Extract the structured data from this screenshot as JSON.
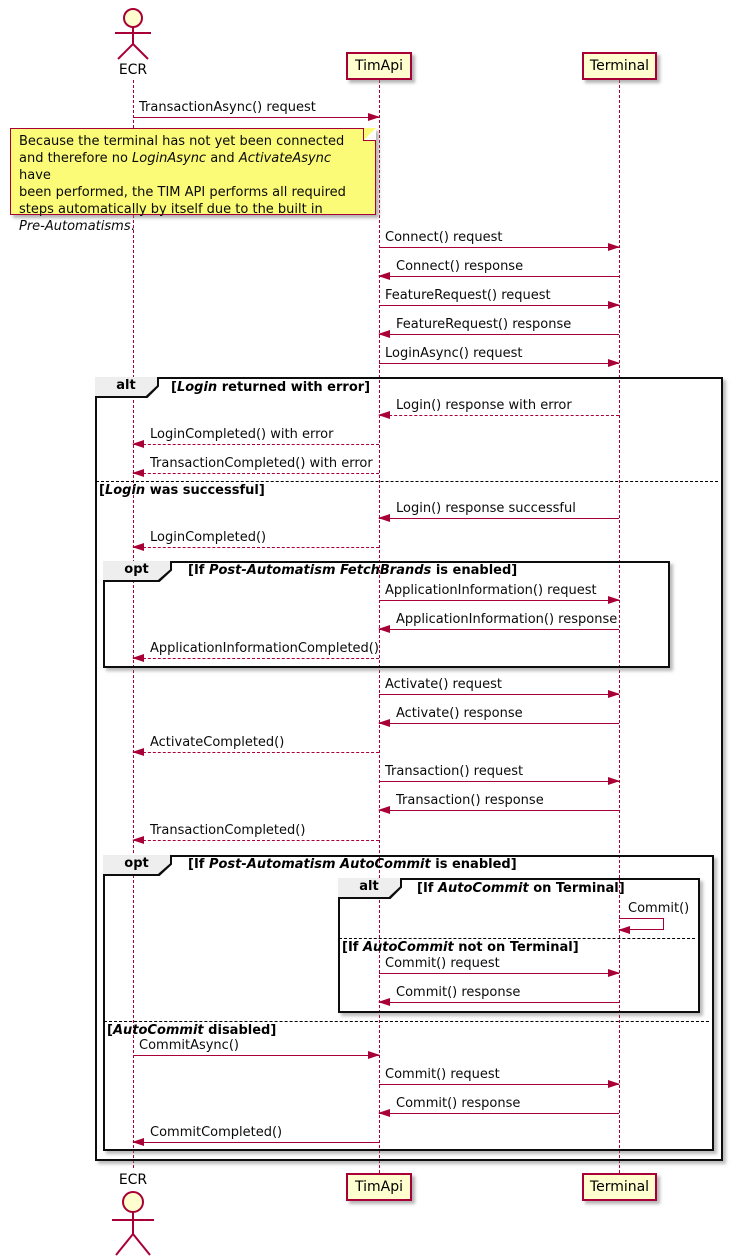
{
  "diagram": {
    "participants": [
      {
        "name": "ECR",
        "type": "actor"
      },
      {
        "name": "TimApi",
        "type": "participant"
      },
      {
        "name": "Terminal",
        "type": "participant"
      }
    ],
    "note": {
      "line1": "Because the terminal has not yet been connected",
      "line2a": "and therefore no ",
      "line2b": "LoginAsync",
      "line2c": " and ",
      "line2d": "ActivateAsync",
      "line2e": " have",
      "line3": "been performed, the TIM API performs all required",
      "line4": "steps automatically by itself due to the built in",
      "line5a": "Pre-Automatisms",
      "line5b": "."
    },
    "frames": {
      "alt_login": {
        "keyword": "alt",
        "cond1_pre": "[",
        "cond1_italic": "Login",
        "cond1_post": " returned with error]",
        "cond2_pre": "[",
        "cond2_italic": "Login",
        "cond2_post": " was successful]"
      },
      "opt_fetchbrands": {
        "keyword": "opt",
        "cond_pre": "[If ",
        "cond_italic": "Post-Automatism FetchBrands",
        "cond_post": " is enabled]"
      },
      "opt_autocommit": {
        "keyword": "opt",
        "cond_pre": "[If ",
        "cond_italic": "Post-Automatism AutoCommit",
        "cond_post": " is enabled]",
        "cond2_pre": "[",
        "cond2_italic": "AutoCommit",
        "cond2_post": " disabled]"
      },
      "alt_autocommit": {
        "keyword": "alt",
        "cond1_pre": "[If ",
        "cond1_italic": "AutoCommit",
        "cond1_post": " on Terminal]",
        "cond2_pre": "[If ",
        "cond2_italic": "AutoCommit",
        "cond2_post": " not on Terminal]"
      }
    },
    "messages": [
      {
        "label": "TransactionAsync() request",
        "from": "ECR",
        "to": "TimApi",
        "line": "solid"
      },
      {
        "label": "Connect() request",
        "from": "TimApi",
        "to": "Terminal",
        "line": "solid"
      },
      {
        "label": "Connect() response",
        "from": "Terminal",
        "to": "TimApi",
        "line": "solid"
      },
      {
        "label": "FeatureRequest() request",
        "from": "TimApi",
        "to": "Terminal",
        "line": "solid"
      },
      {
        "label": "FeatureRequest() response",
        "from": "Terminal",
        "to": "TimApi",
        "line": "solid"
      },
      {
        "label": "LoginAsync() request",
        "from": "TimApi",
        "to": "Terminal",
        "line": "solid"
      },
      {
        "label": "Login() response with error",
        "from": "Terminal",
        "to": "TimApi",
        "line": "dashed"
      },
      {
        "label": "LoginCompleted() with error",
        "from": "TimApi",
        "to": "ECR",
        "line": "dashed"
      },
      {
        "label": "TransactionCompleted() with error",
        "from": "TimApi",
        "to": "ECR",
        "line": "dashed"
      },
      {
        "label": "Login() response successful",
        "from": "Terminal",
        "to": "TimApi",
        "line": "solid"
      },
      {
        "label": "LoginCompleted()",
        "from": "TimApi",
        "to": "ECR",
        "line": "dashed"
      },
      {
        "label": "ApplicationInformation() request",
        "from": "TimApi",
        "to": "Terminal",
        "line": "solid"
      },
      {
        "label": "ApplicationInformation() response",
        "from": "Terminal",
        "to": "TimApi",
        "line": "solid"
      },
      {
        "label": "ApplicationInformationCompleted()",
        "from": "TimApi",
        "to": "ECR",
        "line": "dashed"
      },
      {
        "label": "Activate() request",
        "from": "TimApi",
        "to": "Terminal",
        "line": "solid"
      },
      {
        "label": "Activate() response",
        "from": "Terminal",
        "to": "TimApi",
        "line": "solid"
      },
      {
        "label": "ActivateCompleted()",
        "from": "TimApi",
        "to": "ECR",
        "line": "dashed"
      },
      {
        "label": "Transaction() request",
        "from": "TimApi",
        "to": "Terminal",
        "line": "solid"
      },
      {
        "label": "Transaction() response",
        "from": "Terminal",
        "to": "TimApi",
        "line": "solid"
      },
      {
        "label": "TransactionCompleted()",
        "from": "TimApi",
        "to": "ECR",
        "line": "dashed"
      },
      {
        "label": "Commit()",
        "from": "Terminal",
        "to": "Terminal",
        "line": "self"
      },
      {
        "label": "Commit() request",
        "from": "TimApi",
        "to": "Terminal",
        "line": "solid"
      },
      {
        "label": "Commit() response",
        "from": "Terminal",
        "to": "TimApi",
        "line": "solid"
      },
      {
        "label": "CommitAsync()",
        "from": "ECR",
        "to": "TimApi",
        "line": "solid"
      },
      {
        "label": "Commit() request",
        "from": "TimApi",
        "to": "Terminal",
        "line": "solid"
      },
      {
        "label": "Commit() response",
        "from": "Terminal",
        "to": "TimApi",
        "line": "solid"
      },
      {
        "label": "CommitCompleted()",
        "from": "TimApi",
        "to": "ECR",
        "line": "solid"
      }
    ]
  },
  "colors": {
    "arrow": "#a80036",
    "lifeline": "#a80036",
    "participant_fill": "#fefece",
    "participant_border": "#a80036",
    "note_fill": "#fbfb77",
    "note_border": "#a80036",
    "frame_border": "#0d0d0d",
    "frame_header_fill": "#eeeeee",
    "background": "#ffffff"
  }
}
